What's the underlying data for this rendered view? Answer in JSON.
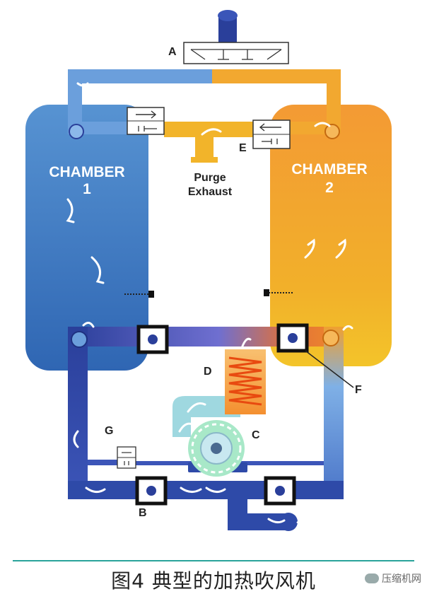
{
  "labels": {
    "chamber1_title": "CHAMBER",
    "chamber1_num": "1",
    "chamber2_title": "CHAMBER",
    "chamber2_num": "2",
    "purge_line1": "Purge",
    "purge_line2": "Exhaust",
    "A": "A",
    "B": "B",
    "C": "C",
    "D": "D",
    "E": "E",
    "F": "F",
    "G": "G"
  },
  "caption": {
    "text": "图4 典型的加热吹风机"
  },
  "watermark": {
    "text": "压缩机网",
    "icon": "wechat-icon"
  },
  "colors": {
    "chamber1": "#3d7cc4",
    "chamber2": "#f0942a",
    "pipe_blue": "#6b9fdc",
    "pipe_navy": "#2a3f9a",
    "pipe_orange": "#f2a830",
    "heater": "#f07020",
    "blower": "#9fe0c8",
    "caption_rule": "#2aa39a"
  }
}
